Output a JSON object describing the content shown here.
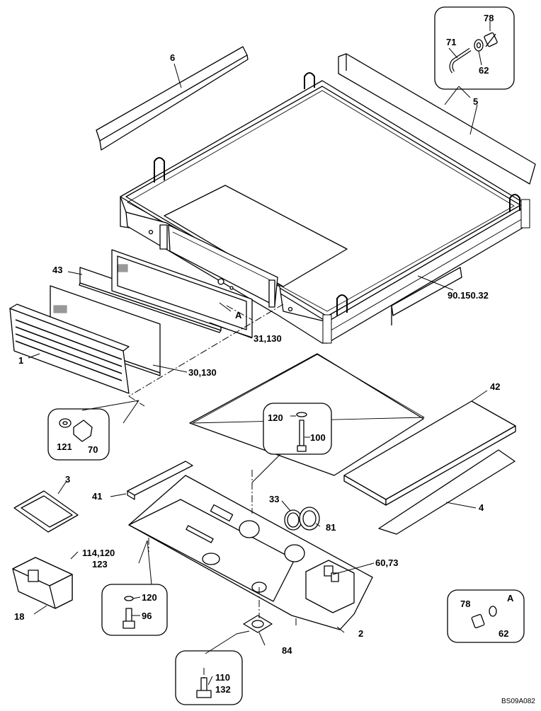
{
  "labels": {
    "p6": "6",
    "p78a": "78",
    "p71": "71",
    "p62a": "62",
    "p5": "5",
    "ref_main": "90.150.32",
    "p43": "43",
    "pA_view": "A",
    "p31_130": "31,130",
    "p1": "1",
    "p30_130": "30,130",
    "p42": "42",
    "p120a": "120",
    "p100": "100",
    "p121": "121",
    "p70": "70",
    "p3": "3",
    "p41": "41",
    "p33": "33",
    "p81": "81",
    "p4": "4",
    "p114_120": "114,120",
    "p123": "123",
    "p60_73": "60,73",
    "p18": "18",
    "p120b": "120",
    "p96": "96",
    "p78b": "78",
    "pA_detail": "A",
    "p62b": "62",
    "p2": "2",
    "p84": "84",
    "p110": "110",
    "p132": "132",
    "drawing_code": "BS09A082"
  }
}
